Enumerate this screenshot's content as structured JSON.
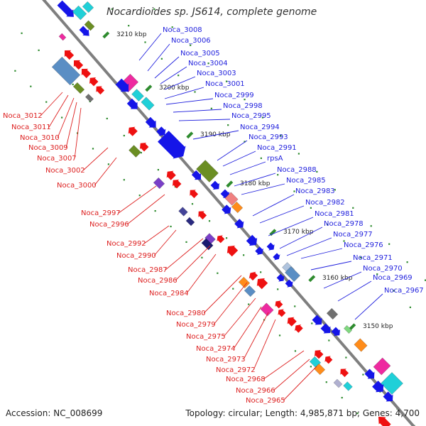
{
  "title": "Nocardioides sp. JS614, complete genome",
  "footer": {
    "accession": "Accession: NC_008699",
    "topology": "Topology: circular; Length: 4,985,871 bp; Genes: 4,700"
  },
  "colors": {
    "backbone": "#7f7f7f",
    "forward_label": "#1f1fdd",
    "reverse_label": "#dd1f1f",
    "tick": "#2e8b2e",
    "scale_text": "#222222",
    "gene_blue": "#1515e8",
    "gene_red": "#ee1111",
    "gene_cyan": "#20d0d8",
    "gene_magenta": "#ee2aa0",
    "gene_steel": "#5a8ec4",
    "gene_olive": "#6b8e23",
    "gene_orange": "#ff8c1a",
    "gene_gray": "#707070",
    "gene_purple": "#7a3fc8"
  },
  "scale_marks": [
    "3210 kbp",
    "3200 kbp",
    "3190 kbp",
    "3180 kbp",
    "3170 kbp",
    "3160 kbp",
    "3150 kbp"
  ],
  "forward_labels": [
    "Noca_3008",
    "Noca_3006",
    "Noca_3005",
    "Noca_3004",
    "Noca_3003",
    "Noca_3001",
    "Noca_2999",
    "Noca_2998",
    "Noca_2995",
    "Noca_2994",
    "Noca_2993",
    "Noca_2991",
    "rpsA",
    "Noca_2988",
    "Noca_2985",
    "Noca_2983",
    "Noca_2982",
    "Noca_2981",
    "Noca_2978",
    "Noca_2977",
    "Noca_2976",
    "Noca_2971",
    "Noca_2970",
    "Noca_2969",
    "Noca_2967"
  ],
  "reverse_labels": [
    "Noca_3012",
    "Noca_3011",
    "Noca_3010",
    "Noca_3009",
    "Noca_3007",
    "Noca_3002",
    "Noca_3000",
    "Noca_2997",
    "Noca_2996",
    "Noca_2992",
    "Noca_2990",
    "Noca_2987",
    "Noca_2986",
    "Noca_2984",
    "Noca_2980",
    "Noca_2979",
    "Noca_2975",
    "Noca_2974",
    "Noca_2973",
    "Noca_2972",
    "Noca_2968",
    "Noca_2966",
    "Noca_2965"
  ]
}
